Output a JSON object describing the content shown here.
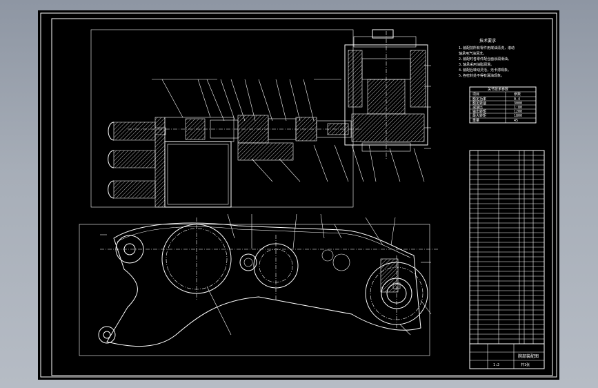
{
  "drawing": {
    "notes": {
      "heading": "技术要求",
      "lines": [
        "1.装配前所有零件用煤油清洗，滚动",
        "轴承用汽油清洗。",
        "2.装配时各零件配合面涂润滑油。",
        "3.轴承采用油脂润滑。",
        "4.装配后转动灵活，无卡滞现象。",
        "5.各密封处不得有漏油现象。"
      ]
    },
    "spec_table": {
      "heading": "关节技术参数",
      "rows": [
        [
          "项目",
          "参数"
        ],
        [
          "额定功率",
          "0.4"
        ],
        [
          "额定转速",
          "3000"
        ],
        [
          "减速比",
          "1:80"
        ],
        [
          "输出转矩",
          "1200"
        ],
        [
          "最大转矩",
          "1800"
        ],
        [
          "重量",
          "45"
        ]
      ]
    },
    "title_block": {
      "name": "腕部装配图",
      "scale": "1:2",
      "sheet": "共1张"
    },
    "colors": {
      "frame_bg": "#000000",
      "line": "#ffffff",
      "backdrop": "#a7aeb8"
    }
  }
}
